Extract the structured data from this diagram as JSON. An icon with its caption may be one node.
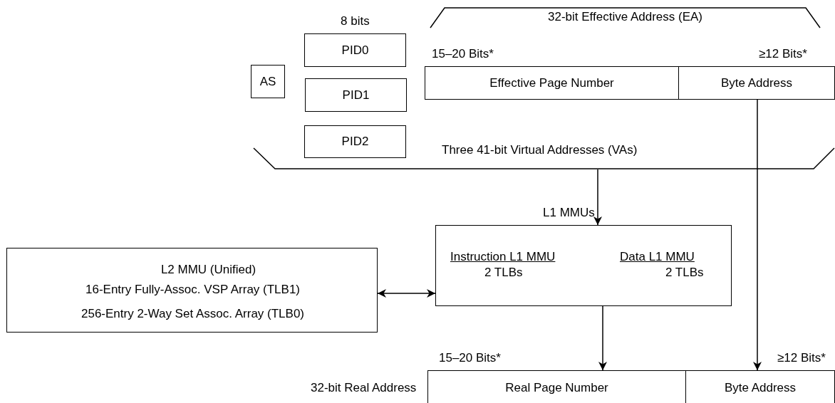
{
  "diagram": {
    "nodes": [
      {
        "text": [
          "32-bit Effective Address (EA)"
        ]
      },
      {
        "text": [
          "AS"
        ]
      },
      {
        "text": [
          "PID0"
        ],
        "beside": [
          "8 bits"
        ]
      },
      {
        "text": [
          "PID1"
        ]
      },
      {
        "text": [
          "PID2"
        ]
      },
      {
        "text": [
          "Effective Page Number"
        ],
        "beside": [
          "15–20 Bits*"
        ]
      },
      {
        "text": [
          "Byte Address"
        ],
        "beside": [
          "≥12 Bits*"
        ]
      },
      {
        "text": [
          "Three 41-bit Virtual Addresses (VAs)"
        ]
      },
      {
        "text": [
          "L1 MMUs",
          "Instruction L1 MMU",
          "2 TLBs",
          "Data L1 MMU",
          "2 TLBs"
        ]
      },
      {
        "text": [
          "L2 MMU (Unified)",
          "16-Entry Fully-Assoc. VSP Array (TLB1)",
          "256-Entry 2-Way Set Assoc. Array (TLB0)"
        ]
      },
      {
        "text": [
          "Real Page Number"
        ],
        "beside": [
          "15–20 Bits*",
          "32-bit Real Address"
        ]
      },
      {
        "text": [
          "Byte Address"
        ],
        "beside": [
          "≥12 Bits*"
        ]
      }
    ],
    "edges": [
      {
        "from": 7,
        "to": 8,
        "arrow": "to"
      },
      {
        "from": 6,
        "to": 11,
        "arrow": "to"
      },
      {
        "from": 9,
        "to": 8,
        "arrow": "both"
      },
      {
        "from": 8,
        "to": 10,
        "arrow": "to"
      }
    ]
  }
}
